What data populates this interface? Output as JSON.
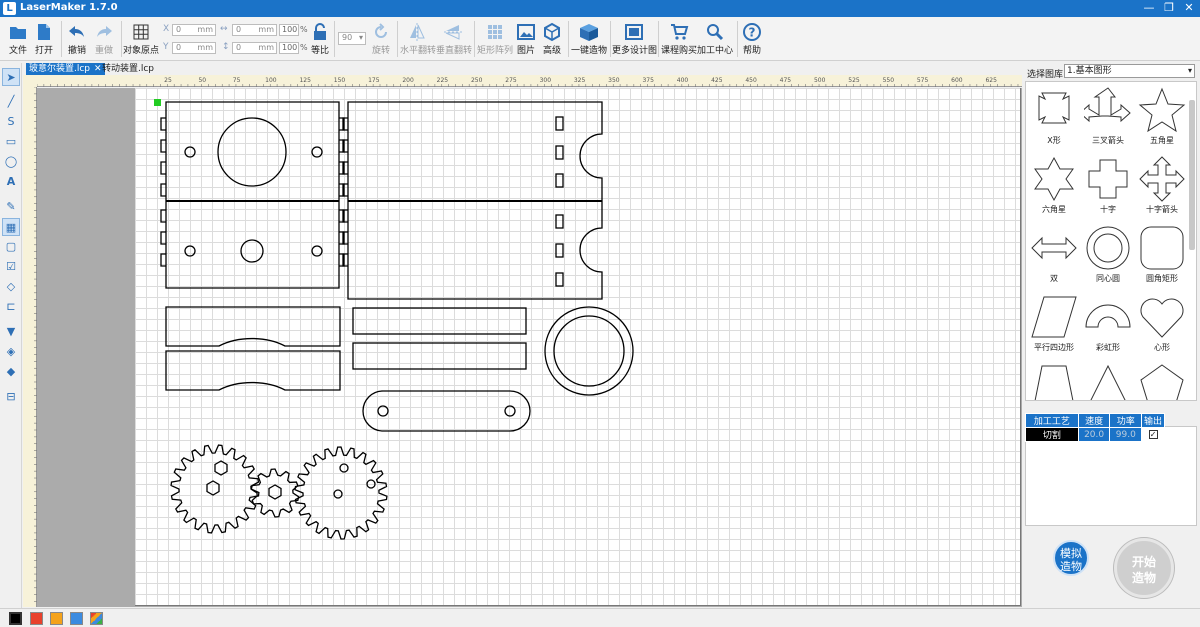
{
  "app": {
    "title": "LaserMaker 1.7.0"
  },
  "toolbar": {
    "file": "文件",
    "open": "打开",
    "undo": "撤销",
    "redo": "重做",
    "object_origin": "对象原点",
    "x_label": "X",
    "y_label": "Y",
    "x_value": "0",
    "y_value": "0",
    "w_value": "0",
    "h_value": "0",
    "unit": "mm",
    "w_pct": "100",
    "h_pct": "100",
    "pct_unit": "%",
    "proportion": "等比",
    "rotate_value": "90",
    "rotate": "旋转",
    "flip_h": "水平翻转",
    "flip_v": "垂直翻转",
    "rect_array": "矩形阵列",
    "image": "图片",
    "advanced": "高级",
    "one_key": "一键造物",
    "more_designs": "更多设计图",
    "course_buy": "课程购买",
    "process_center": "加工中心",
    "help": "帮助"
  },
  "tabs": [
    {
      "label": "玻意尔装置.lcp",
      "close": "✕"
    },
    {
      "label": "转动装置.lcp"
    }
  ],
  "ruler": {
    "marks": [
      "25",
      "50",
      "75",
      "100",
      "125",
      "150",
      "175",
      "200",
      "225",
      "250",
      "275",
      "300",
      "325",
      "350",
      "375",
      "400",
      "425",
      "450",
      "475",
      "500",
      "525",
      "550",
      "575",
      "600",
      "625"
    ]
  },
  "library": {
    "label": "选择图库:",
    "selected": "1.基本图形",
    "shapes": [
      {
        "name": "X形",
        "icon": "x-shape-icon"
      },
      {
        "name": "三叉箭头",
        "icon": "trident-arrow-icon"
      },
      {
        "name": "五角星",
        "icon": "five-star-icon"
      },
      {
        "name": "六角星",
        "icon": "six-star-icon"
      },
      {
        "name": "十字",
        "icon": "cross-icon"
      },
      {
        "name": "十字箭头",
        "icon": "cross-arrow-icon"
      },
      {
        "name": "双",
        "icon": "double-arrow-icon"
      },
      {
        "name": "同心圆",
        "icon": "concentric-circle-icon"
      },
      {
        "name": "圆角矩形",
        "icon": "rounded-rect-icon"
      },
      {
        "name": "平行四边形",
        "icon": "parallelogram-icon"
      },
      {
        "name": "彩虹形",
        "icon": "rainbow-icon"
      },
      {
        "name": "心形",
        "icon": "heart-icon"
      }
    ]
  },
  "process": {
    "headers": [
      "加工工艺",
      "速度",
      "功率",
      "输出"
    ],
    "rows": [
      {
        "mode": "切割",
        "speed": "20.0",
        "power": "99.0",
        "output": "✓"
      }
    ]
  },
  "buttons": {
    "simulate": "模拟造物",
    "simulate_l1": "模拟",
    "simulate_l2": "造物",
    "start_l1": "开始",
    "start_l2": "造物"
  },
  "colors": {
    "accent": "#1b73c8",
    "swatches": [
      "#000000",
      "#e8412c",
      "#f4a21b",
      "#3b8be0",
      "multi"
    ]
  }
}
